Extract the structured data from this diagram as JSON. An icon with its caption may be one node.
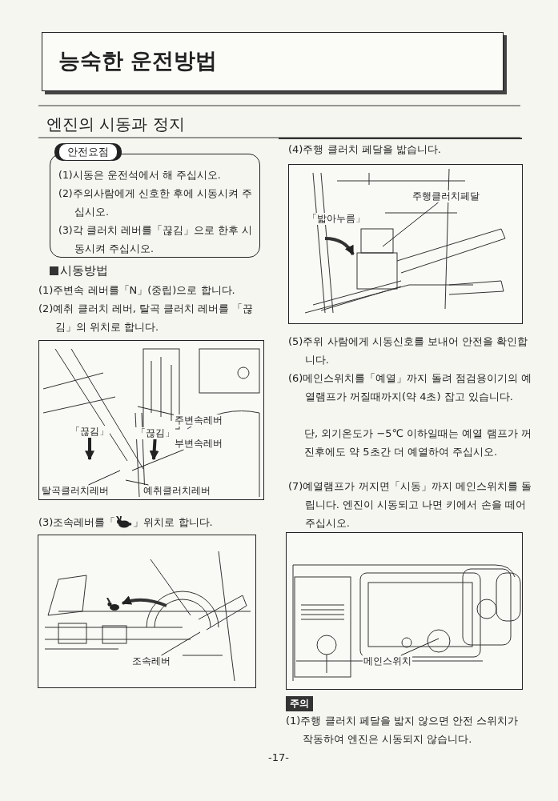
{
  "diagram": {
    "title": "능숙한 운전방법",
    "nodes": [
      {
        "text": [
          "안전요점",
          "(1)시동은 운전석에서 해 주십시오.",
          "(2)주의사람에게 신호한 후에 시동시켜 주십시오.",
          "(3)각 클러치 레버를「끊김」으로 한후 시동시켜 주십시오."
        ]
      },
      {
        "text": [],
        "shape": "picture"
      },
      {
        "text": [
          "주변속레버"
        ],
        "in": 1
      },
      {
        "text": [
          "「끊김」"
        ],
        "in": 1
      },
      {
        "text": [
          "「끊김」"
        ],
        "in": 1
      },
      {
        "text": [
          "부변속레버"
        ],
        "in": 1
      },
      {
        "text": [
          "탈곡클러치레버"
        ],
        "in": 1
      },
      {
        "text": [
          "예취클러치레버"
        ],
        "in": 1
      },
      {
        "text": [],
        "shape": "picture"
      },
      {
        "text": [
          "조속레버"
        ],
        "in": 8
      },
      {
        "text": [],
        "shape": "picture"
      },
      {
        "text": [
          "주행클러치페달"
        ],
        "in": 10
      },
      {
        "text": [
          "「밟아누름」"
        ],
        "in": 10
      },
      {
        "text": [],
        "shape": "picture"
      },
      {
        "text": [
          "메인스위치"
        ],
        "in": 13
      }
    ],
    "edges": [
      {
        "from": 2,
        "to": null,
        "arrow": "none"
      },
      {
        "from": 5,
        "to": null,
        "arrow": "none"
      },
      {
        "from": 6,
        "to": null,
        "arrow": "none"
      },
      {
        "from": 7,
        "to": null,
        "arrow": "none"
      },
      {
        "from": 9,
        "to": null,
        "arrow": "none"
      },
      {
        "from": 11,
        "to": null,
        "arrow": "none"
      },
      {
        "from": 14,
        "to": null,
        "arrow": "none"
      },
      {
        "from": 3,
        "to": null,
        "arrow": "to",
        "style": "thick"
      },
      {
        "from": 4,
        "to": null,
        "arrow": "to",
        "style": "thick"
      }
    ],
    "labels": [
      "엔진의 시동과 정지",
      "시동방법",
      "(1)주변속 레버를「N」(중립)으로 합니다.",
      "(2)예취 클러치 레버, 탈곡 클러치 레버를 「끊김」의 위치로 합니다.",
      "(3)조속레버를「",
      "」위치로 합니다.",
      "(4)주행 클러치 페달을 밟습니다.",
      "(5)주위 사람에게 시동신호를 보내어 안전을 확인합니다.",
      "(6)메인스위치를「예열」까지 돌려 점검용이기의 예열램프가 꺼질때까지(약 4초) 잡고 있습니다.",
      "단, 외기온도가 −5℃ 이하일때는 예열 램프가 꺼진후에도 약 5초간 더 예열하여 주십시오.",
      "(7)예열램프가 꺼지면「시동」까지 메인스위치를 돌립니다. 엔진이 시동되고 나면 키에서 손을 떼어 주십시오.",
      "주의",
      "(1)주행 클러치 페달을 밟지 않으면 안전 스위치가 작동하여 엔진은 시동되지 않습니다.",
      "-17-"
    ]
  }
}
